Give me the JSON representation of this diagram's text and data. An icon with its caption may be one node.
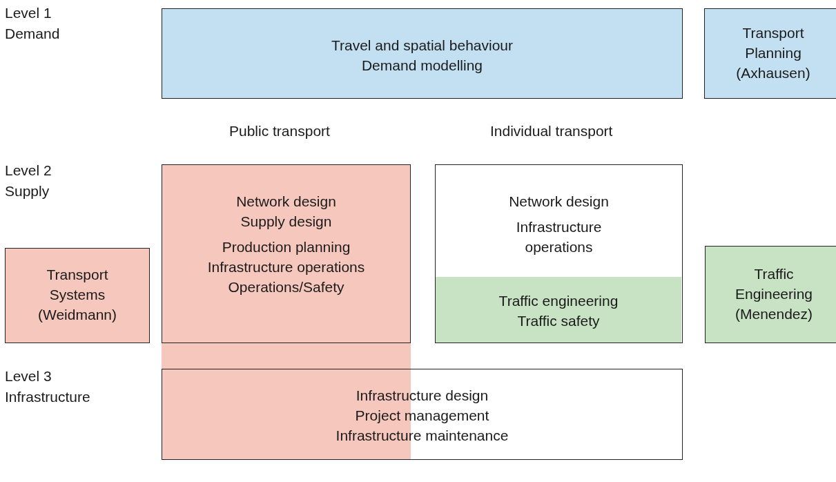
{
  "diagram": {
    "nodes": [
      {
        "text": [
          "Travel and spatial behaviour",
          "Demand modelling"
        ]
      },
      {
        "text": [
          "Transport Planning (Axhausen)"
        ]
      },
      {
        "text": [
          "Network design",
          "Supply design",
          "Production planning",
          "Infrastructure operations",
          "Operations/Safety"
        ]
      },
      {
        "text": [
          "Network design",
          "Infrastructure operations"
        ]
      },
      {
        "text": [
          "Traffic engineering",
          "Traffic safety"
        ],
        "in": 3
      },
      {
        "text": [
          "Transport Systems (Weidmann)"
        ]
      },
      {
        "text": [
          "Traffic Engineering (Menendez)"
        ]
      },
      {
        "text": [
          "Infrastructure design",
          "Project management",
          "Infrastructure maintenance"
        ]
      }
    ],
    "labels": [
      "Level 1",
      "Demand",
      "Public transport",
      "Individual transport",
      "Level 2",
      "Supply",
      "Level 3",
      "Infrastructure"
    ]
  }
}
